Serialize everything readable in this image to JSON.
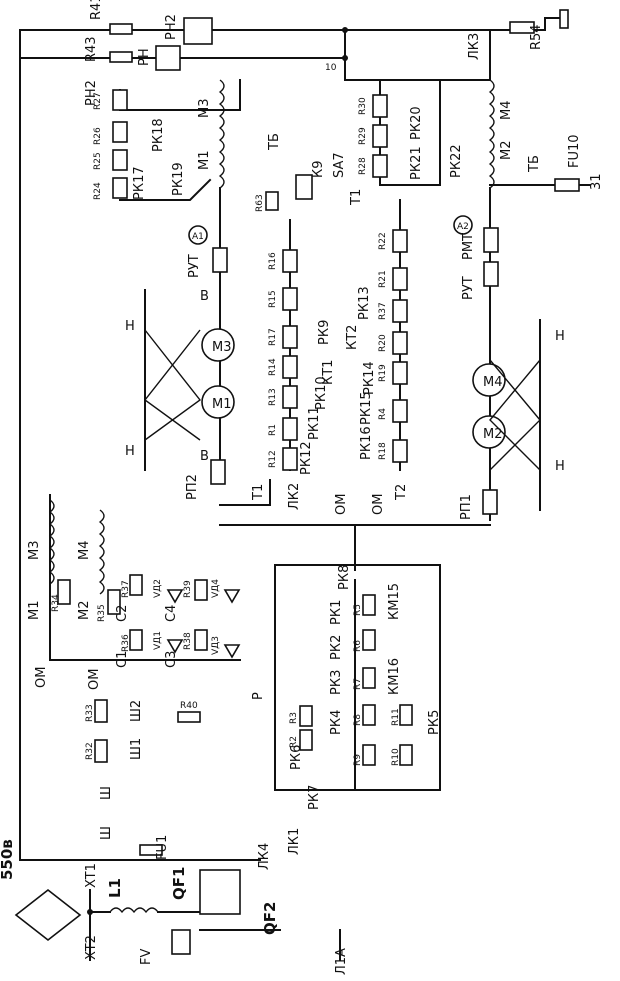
{
  "supply": {
    "voltage": "550в",
    "xt1": "XT1",
    "xt2": "XT2",
    "fv": "FV",
    "l1": "L1",
    "qf1": "QF1",
    "qf2": "QF2",
    "l1a": "Л1А"
  },
  "header_labels": {
    "r41": "R41",
    "r43": "R43",
    "rn2": "РН2",
    "rn1": "РН",
    "r54": "R54",
    "lk3": "ЛК3",
    "node10": "10"
  },
  "right_labels": {
    "m4": "M4",
    "m2": "M2",
    "fu10": "FU10",
    "tb": "ТБ",
    "n31": "31",
    "rk22": "РК22",
    "rmt": "РМТ",
    "rut": "РУТ",
    "a2": "A2"
  },
  "left_labels": {
    "rn2": "РН2",
    "r27": "R27",
    "r26": "R26",
    "r25": "R25",
    "rk18": "РК18",
    "r24": "R24",
    "rk17": "РК17",
    "rk19": "РК19",
    "m3": "M3",
    "m1": "M1",
    "a1": "A1",
    "rut": "РУТ",
    "h_top": "Н",
    "h_bot": "Н",
    "v_top": "В",
    "v_bot": "В",
    "rp2": "РП2",
    "t1": "Т1",
    "lk2": "ЛК2",
    "om": "ОМ",
    "t2": "Т2"
  },
  "center_labels": {
    "tb": "ТБ",
    "k9": "К9",
    "sa7": "SA7",
    "t1": "Т1",
    "r63": "R63",
    "r30": "R30",
    "r29": "R29",
    "r28": "R28",
    "rk20": "РК20",
    "rk21": "РК21",
    "r16": "R16",
    "r15": "R15",
    "r17": "R17",
    "r14": "R14",
    "r13": "R13",
    "r1": "R1",
    "r12": "R12",
    "rk9": "РК9",
    "kt1": "КТ1",
    "rk10": "РК10",
    "rk11": "РК11",
    "rk12": "РК12",
    "r22": "R22",
    "r21": "R21",
    "r37": "R37",
    "r20": "R20",
    "r19": "R19",
    "r4": "R4",
    "r18": "R18",
    "rk13": "РК13",
    "kt2": "КТ2",
    "rk14": "РК14",
    "rk15": "РК15",
    "rk16": "РК16",
    "rp1": "РП1",
    "m4": "M4",
    "m2": "M2"
  },
  "lower_labels": {
    "m3": "M3",
    "m4": "M4",
    "m1": "M1",
    "m2": "M2",
    "r34": "R34",
    "r35": "R35",
    "r37": "R37",
    "vd2": "VД2",
    "r39": "R39",
    "vd4": "VД4",
    "c2": "C2",
    "c4": "C4",
    "r36": "R36",
    "vd1": "VД1",
    "r38": "R38",
    "vd3": "VД3",
    "c1": "C1",
    "c3": "C3",
    "om1": "ОМ",
    "om2": "ОМ",
    "r33": "R33",
    "sh2": "Ш2",
    "r40": "R40",
    "r32": "R32",
    "sh1": "Ш1",
    "sh_a": "Ш",
    "sh_b": "Ш",
    "fu1": "FU1",
    "lk4": "ЛК4",
    "lk1": "ЛК1",
    "p": "Р"
  },
  "relay_ladder": {
    "rk8": "РК8",
    "rk1": "РК1",
    "r5": "R5",
    "km15": "КМ15",
    "rk2": "РК2",
    "r6": "R6",
    "rk3": "РК3",
    "r7": "R7",
    "km16": "КМ16",
    "rk4": "РК4",
    "r8": "R8",
    "r11": "R11",
    "rk5": "РК5",
    "r2": "R2",
    "r3": "R3",
    "r9": "R9",
    "r10": "R10",
    "rk6": "РК6",
    "rk7": "РК7"
  }
}
